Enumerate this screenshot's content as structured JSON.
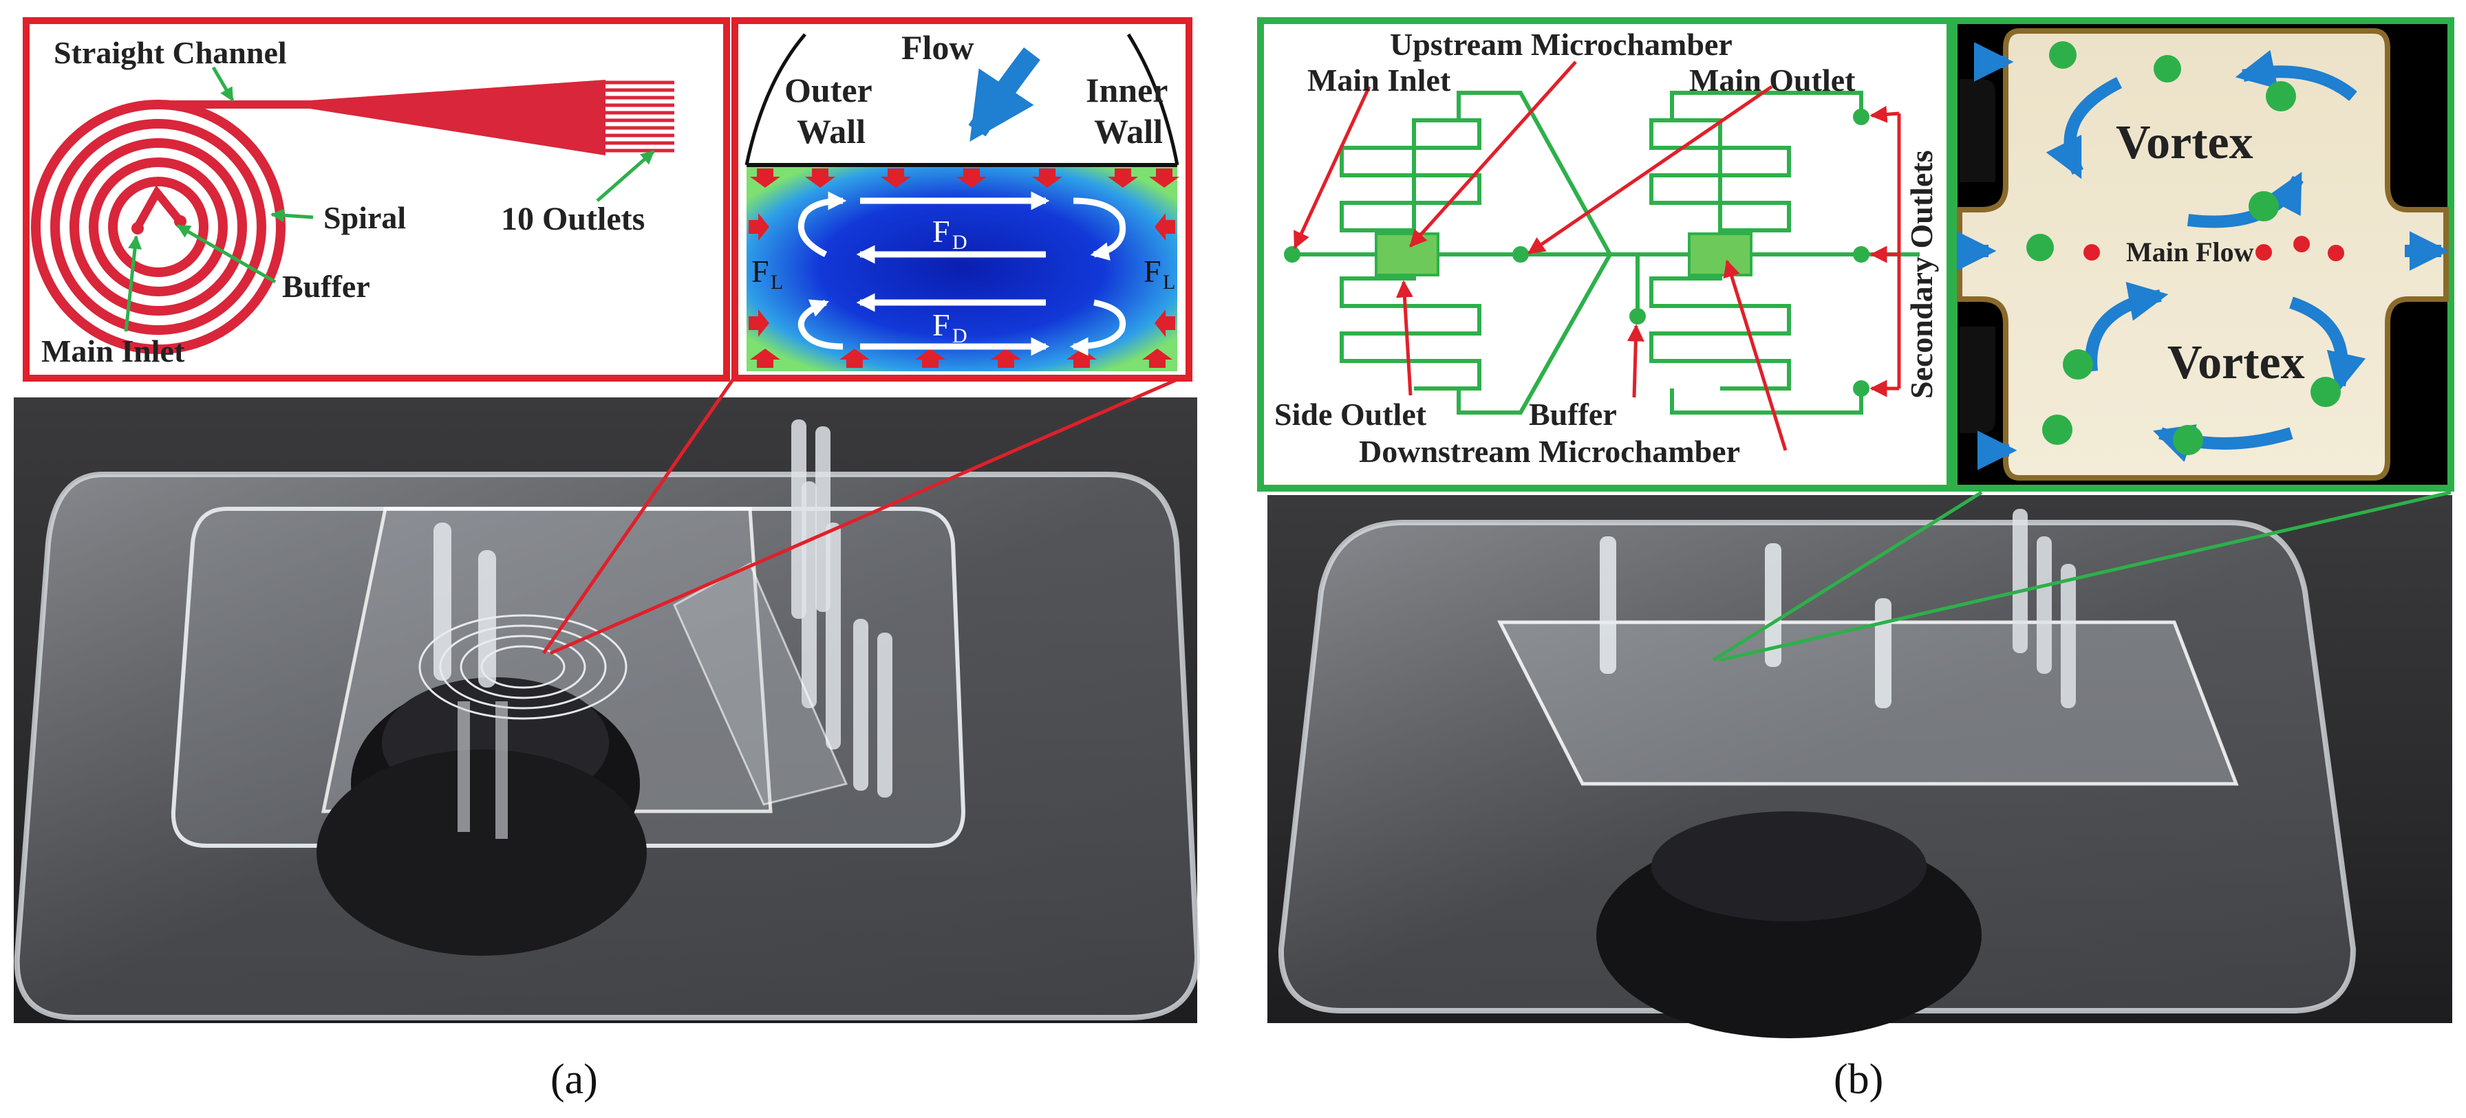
{
  "panel_a": {
    "caption": "(a)",
    "spiral_inset": {
      "straight_channel": "Straight Channel",
      "spiral": "Spiral",
      "outlets": "10 Outlets",
      "buffer": "Buffer",
      "main_inlet": "Main Inlet"
    },
    "cross_section": {
      "flow": "Flow",
      "outer_wall_1": "Outer",
      "outer_wall_2": "Wall",
      "inner_wall_1": "Inner",
      "inner_wall_2": "Wall",
      "fd_base": "F",
      "fd_sub": "D",
      "fl_base": "F",
      "fl_sub": "L"
    },
    "frame_color": "#e0202a"
  },
  "panel_b": {
    "caption": "(b)",
    "chip_inset": {
      "upstream": "Upstream Microchamber",
      "main_inlet": "Main Inlet",
      "main_outlet": "Main Outlet",
      "secondary_outlets": "Secondary Outlets",
      "side_outlet": "Side Outlet",
      "buffer": "Buffer",
      "downstream": "Downstream Microchamber"
    },
    "vortex_inset": {
      "vortex_top": "Vortex",
      "vortex_bottom": "Vortex",
      "main_flow": "Main Flow"
    },
    "frame_color": "#2db04a"
  },
  "colors": {
    "red": "#e0202a",
    "green": "#2db04a",
    "blue": "#1f7fd0",
    "channel_red": "#d9263a",
    "photo_dark": "#2a2a2c"
  }
}
